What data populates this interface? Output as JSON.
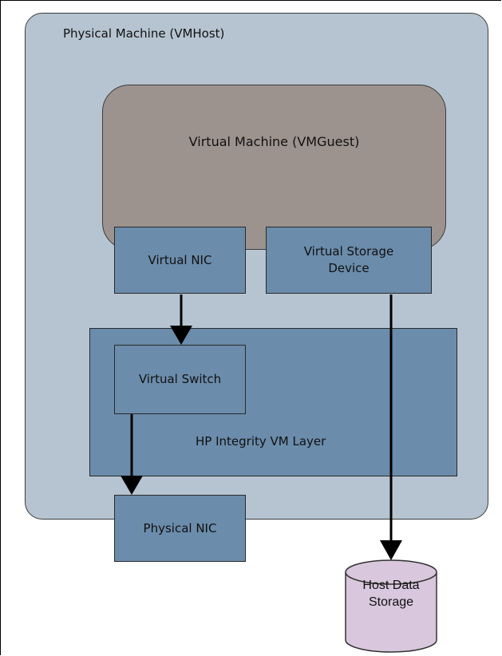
{
  "diagram": {
    "host_label": "Physical Machine (VMHost)",
    "vm_label": "Virtual Machine (VMGuest)",
    "virtual_nic": "Virtual NIC",
    "virtual_storage": "Virtual Storage Device",
    "layer_label": "HP Integrity VM Layer",
    "virtual_switch": "Virtual Switch",
    "physical_nic": "Physical NIC",
    "storage_line1": "Host Data",
    "storage_line2": "Storage"
  },
  "colors": {
    "host_fill": "#b5c4d0",
    "vm_fill": "#9d938e",
    "component_fill": "#6b8cab",
    "storage_fill": "#d9c7dd"
  }
}
